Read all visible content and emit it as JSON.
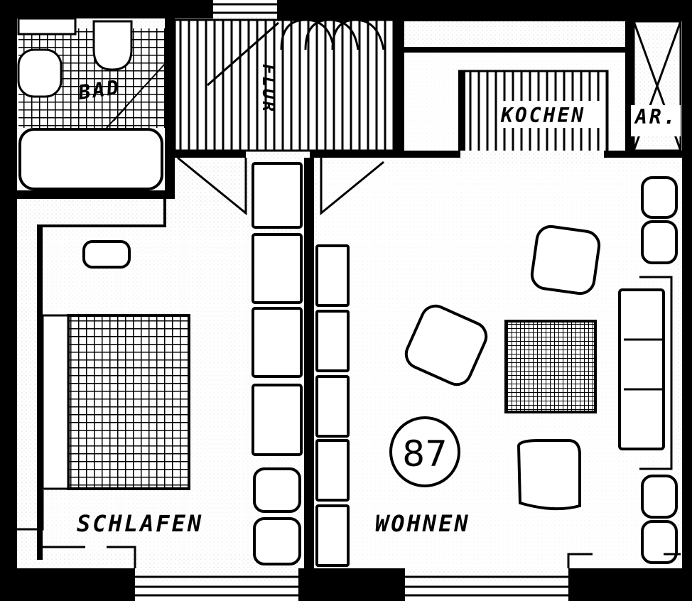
{
  "plan": {
    "rooms": {
      "bad": "BAD",
      "flur": "FLUR",
      "kochen": "KOCHEN",
      "ar": "AR.",
      "schlafen": "SCHLAFEN",
      "wohnen": "WOHNEN"
    },
    "unit_number": "87"
  },
  "colors": {
    "ink": "#000000",
    "paper": "#ffffff",
    "stipple": "#8a8a8a"
  }
}
